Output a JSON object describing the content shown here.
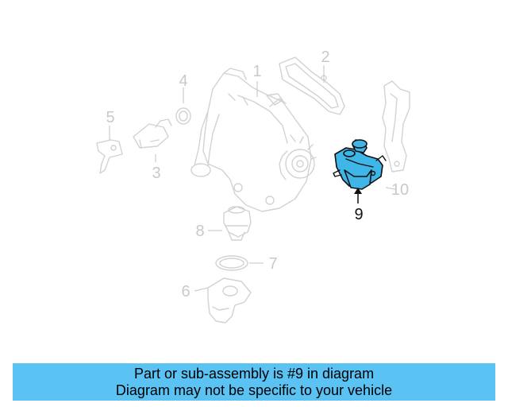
{
  "diagram": {
    "callouts": [
      {
        "key": "1",
        "label": "1"
      },
      {
        "key": "2",
        "label": "2"
      },
      {
        "key": "3",
        "label": "3"
      },
      {
        "key": "4",
        "label": "4"
      },
      {
        "key": "5",
        "label": "5"
      },
      {
        "key": "6",
        "label": "6"
      },
      {
        "key": "7",
        "label": "7"
      },
      {
        "key": "8",
        "label": "8"
      },
      {
        "key": "9",
        "label": "9"
      },
      {
        "key": "10",
        "label": "10"
      }
    ],
    "highlighted_part": "9",
    "colors": {
      "highlight_fill": "#3fb6e8",
      "ghost_stroke": "#d2d2d2",
      "banner_background": "#5bc3f4"
    }
  },
  "banner": {
    "line1": "Part or sub-assembly is #9 in diagram",
    "line2": "Diagram may not be specific to your vehicle"
  }
}
